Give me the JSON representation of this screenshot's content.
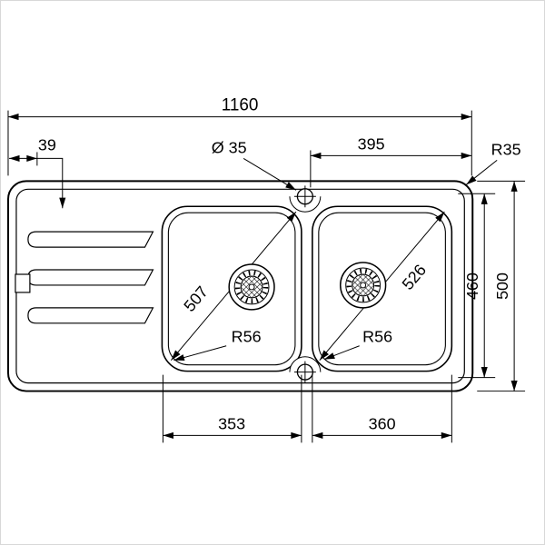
{
  "page": {
    "background": "#ffffff",
    "line_color": "#000000"
  },
  "drawing": {
    "dims": {
      "overall_width": "1160",
      "left_rim": "39",
      "tap_hole_diameter": "Ø 35",
      "right_span": "395",
      "outer_corner_radius": "R35",
      "inner_length": "460",
      "overall_length": "500",
      "left_bowl_diagonal": "507",
      "right_bowl_diagonal": "526",
      "left_bowl_radius": "R56",
      "right_bowl_radius": "R56",
      "left_bowl_width": "353",
      "right_bowl_width": "360"
    }
  }
}
